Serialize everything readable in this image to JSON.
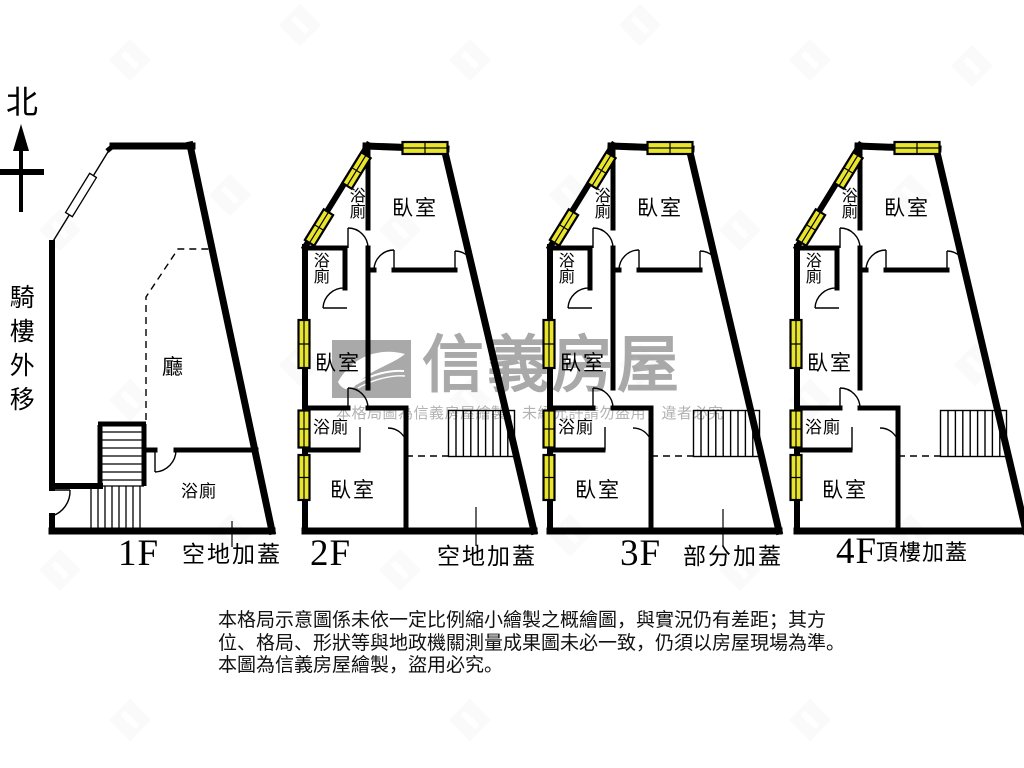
{
  "compass": {
    "north_label": "北"
  },
  "side_note": "騎樓外移",
  "watermark": {
    "brand": "信義房屋",
    "notice": "本格局圖為信義房屋繪製，未經允許請勿盜用，違者必究"
  },
  "disclaimer": {
    "line1": "本格局示意圖係未依一定比例縮小繪製之概繪圖，與實況仍有差距；其方",
    "line2": "位、格局、形狀等與地政機關測量成果圖未必一致，仍須以房屋現場為準。",
    "line3": "本圖為信義房屋繪製，盜用必究。"
  },
  "floors": [
    {
      "label": "1F",
      "caption": "空地加蓋",
      "rooms": {
        "hall": "廳",
        "bath": "浴廁"
      }
    },
    {
      "label": "2F",
      "caption": "空地加蓋",
      "rooms": {
        "bath_top": "浴廁",
        "bed_top": "臥室",
        "bath_mid": "浴廁",
        "bed_mid": "臥室",
        "bath_low": "浴廁",
        "bed_low": "臥室"
      }
    },
    {
      "label": "3F",
      "caption": "部分加蓋",
      "rooms": {
        "bath_top": "浴廁",
        "bed_top": "臥室",
        "bath_mid": "浴廁",
        "bed_mid": "臥室",
        "bath_low": "浴廁",
        "bed_low": "臥室"
      }
    },
    {
      "label": "4F",
      "caption": "頂樓加蓋",
      "rooms": {
        "bath_top": "浴廁",
        "bed_top": "臥室",
        "bath_mid": "浴廁",
        "bed_mid": "臥室",
        "bath_low": "浴廁",
        "bed_low": "臥室"
      }
    }
  ],
  "colors": {
    "wall": "#000000",
    "window": "#e9e52c",
    "watermark": "#a9a9a9"
  }
}
